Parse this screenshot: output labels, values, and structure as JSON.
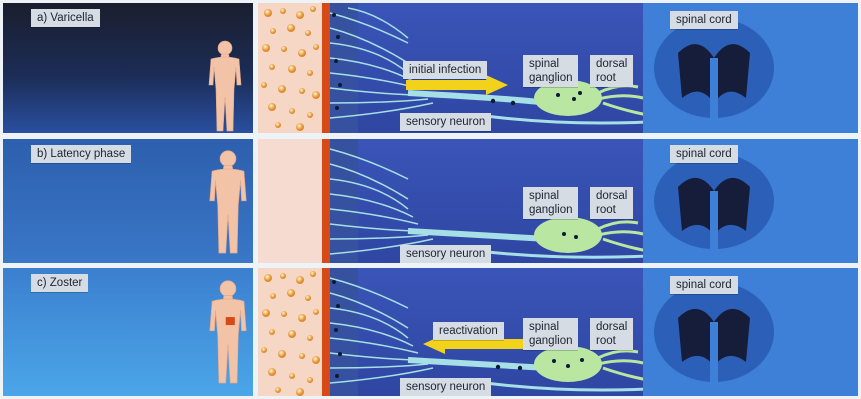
{
  "panels": [
    {
      "title": "a) Varicella",
      "arrow_label": "initial infection",
      "arrow_direction": "right",
      "ganglion_label": [
        "spinal",
        "ganglion"
      ],
      "root_label": [
        "dorsal",
        "root"
      ],
      "spinal_cord_label": "spinal cord",
      "neuron_label": "sensory neuron",
      "skin_lesions": true
    },
    {
      "title": "b) Latency phase",
      "ganglion_label": [
        "spinal",
        "ganglion"
      ],
      "root_label": [
        "dorsal",
        "root"
      ],
      "spinal_cord_label": "spinal cord",
      "neuron_label": "sensory neuron",
      "skin_lesions": false
    },
    {
      "title": "c) Zoster",
      "arrow_label": "reactivation",
      "arrow_direction": "left",
      "ganglion_label": [
        "spinal",
        "ganglion"
      ],
      "root_label": [
        "dorsal",
        "root"
      ],
      "spinal_cord_label": "spinal cord",
      "neuron_label": "sensory neuron",
      "skin_lesions": true
    }
  ],
  "colors": {
    "arrow_fill": "#f2d21b",
    "nerve": "#a6e0e6",
    "ganglion": "#b9e6a0",
    "skin_border": "#d64a18",
    "virus_dot": "#0d1a33",
    "spinal_cord": "#3e7fd8",
    "spinal_cord_gray": "#151d3a"
  },
  "icons": [
    "human-figure-icon",
    "arrow-right-icon",
    "arrow-left-icon"
  ]
}
